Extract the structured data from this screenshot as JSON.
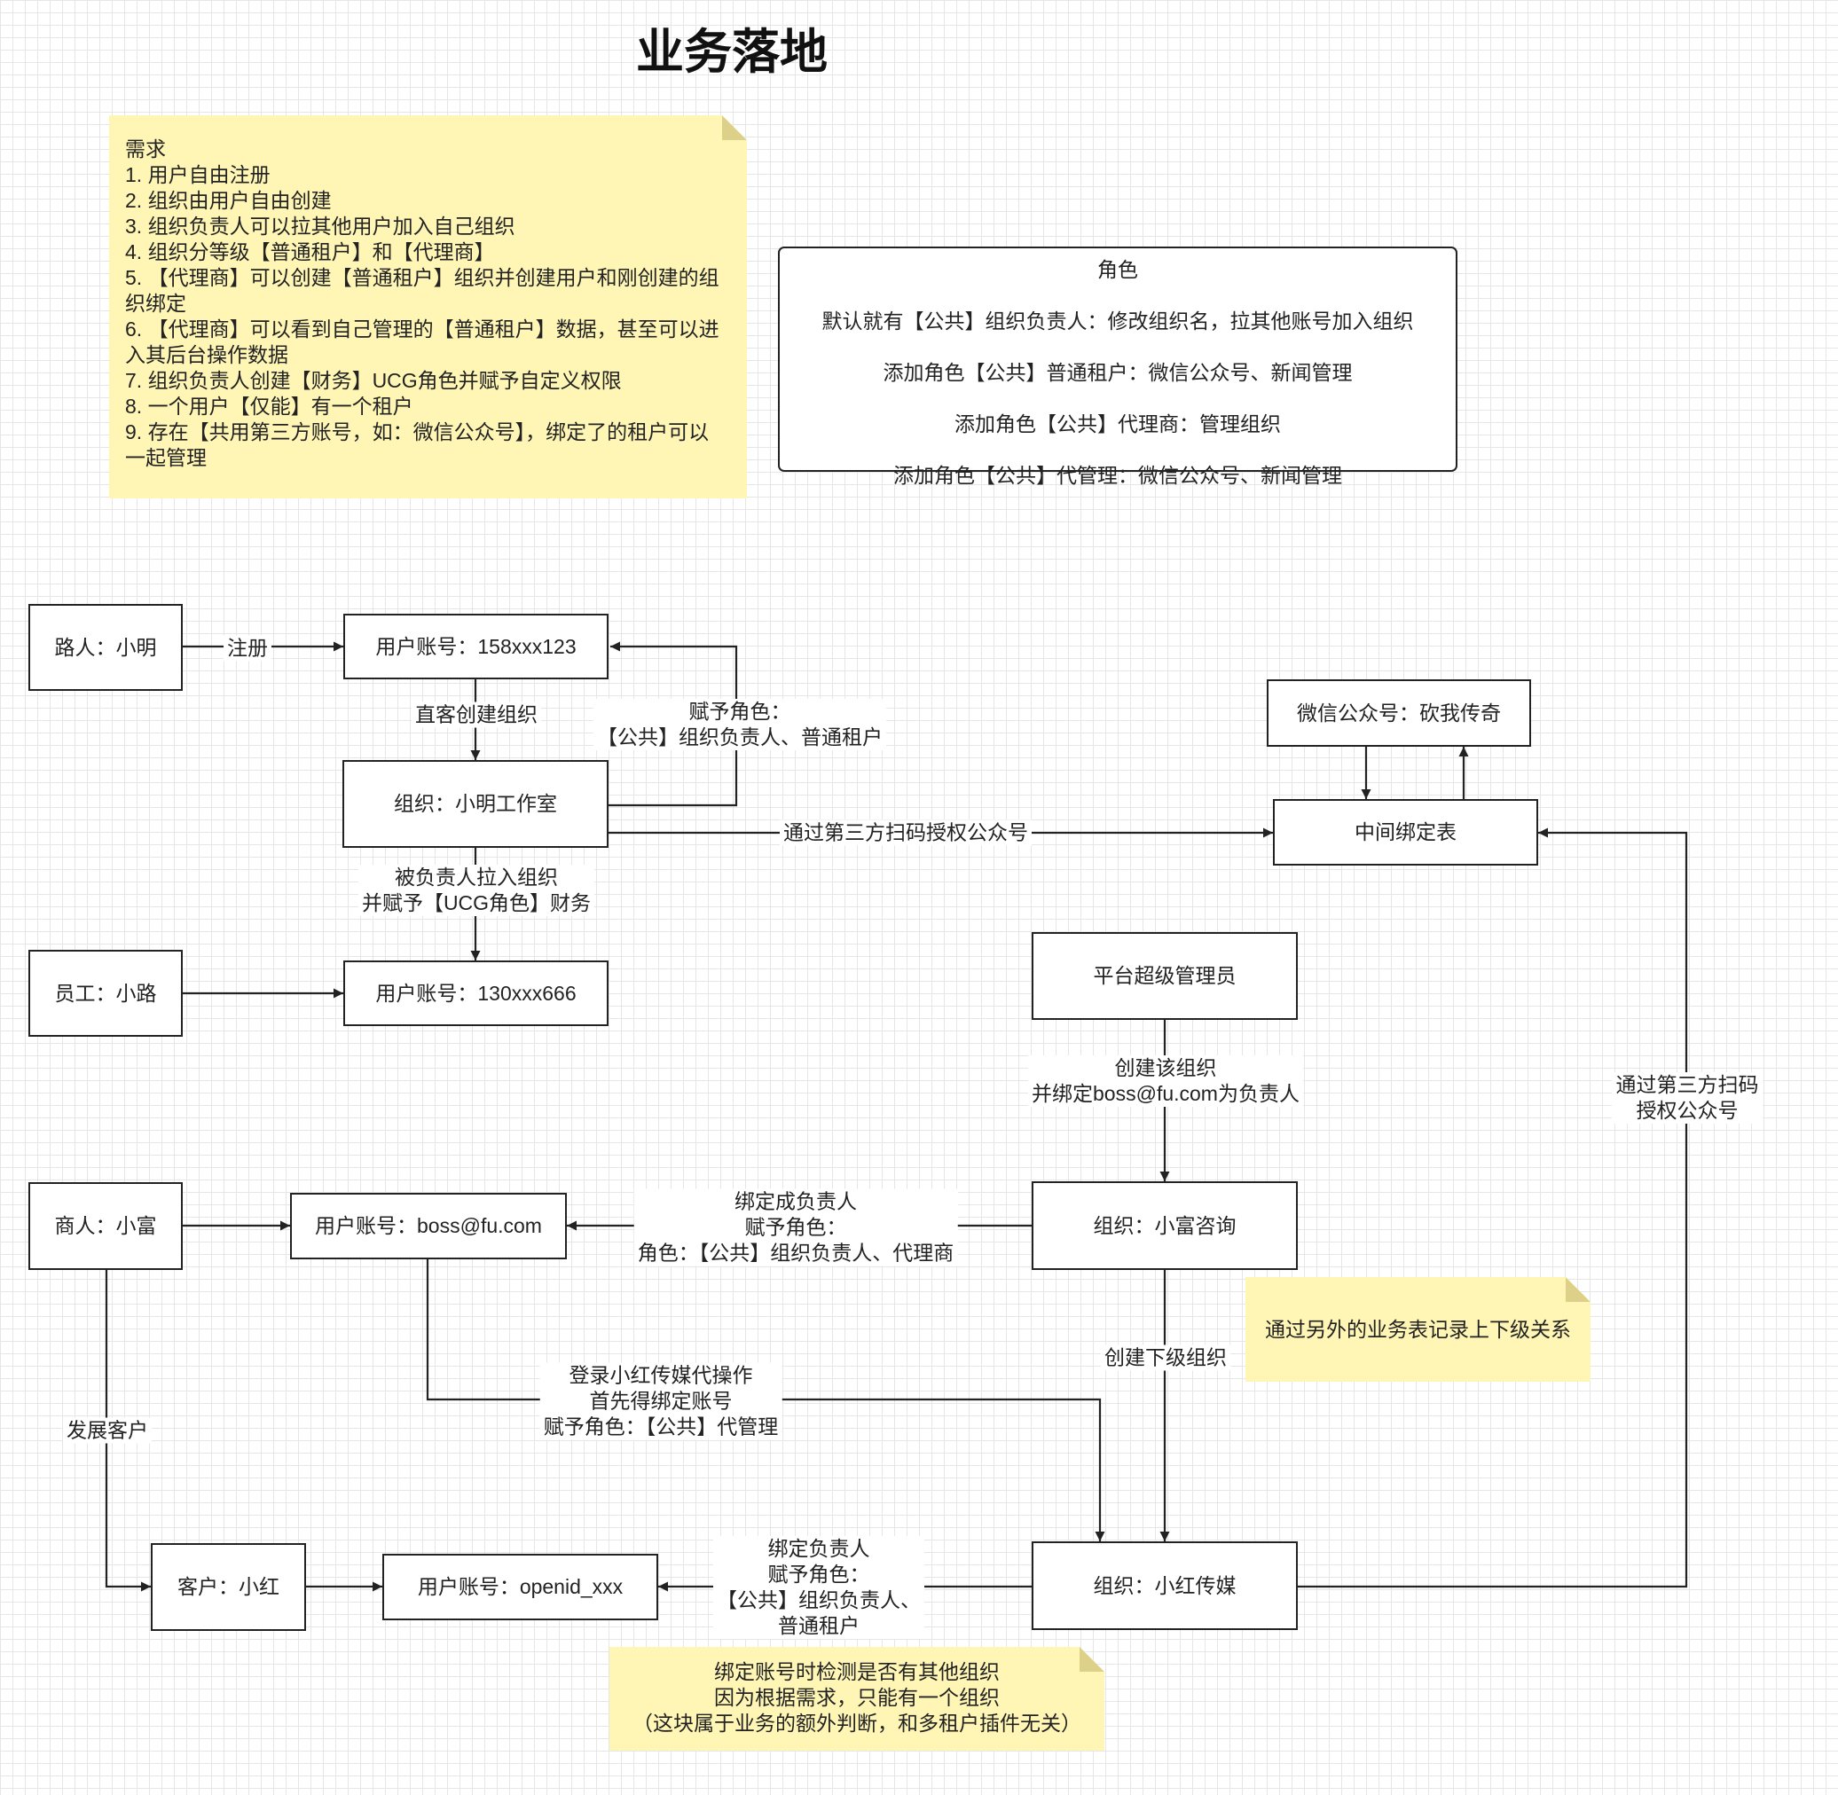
{
  "title": "业务落地",
  "requirements_note": {
    "lines": [
      "需求",
      "1. 用户自由注册",
      "2. 组织由用户自由创建",
      "3. 组织负责人可以拉其他用户加入自己组织",
      "4. 组织分等级【普通租户】和【代理商】",
      "5. 【代理商】可以创建【普通租户】组织并创建用户和刚创建的组",
      "织绑定",
      "6. 【代理商】可以看到自己管理的【普通租户】数据，甚至可以进",
      "入其后台操作数据",
      "7. 组织负责人创建【财务】UCG角色并赋予自定义权限",
      "8. 一个用户【仅能】有一个租户",
      "9. 存在【共用第三方账号，如：微信公众号】，绑定了的租户可以",
      "一起管理"
    ]
  },
  "roles_box": {
    "title": "角色",
    "lines": [
      "默认就有【公共】组织负责人：修改组织名，拉其他账号加入组织",
      "添加角色【公共】普通租户：微信公众号、新闻管理",
      "添加角色【公共】代理商：管理组织",
      "添加角色【公共】代管理：微信公众号、新闻管理"
    ]
  },
  "nodes": {
    "passerby": "路人：小明",
    "account_158": "用户账号：158xxx123",
    "org_xiaoming": "组织：小明工作室",
    "staff": "员工：小路",
    "account_130": "用户账号：130xxx666",
    "wechat": "微信公众号：砍我传奇",
    "binding_table": "中间绑定表",
    "super_admin": "平台超级管理员",
    "merchant": "商人：小富",
    "account_boss": "用户账号：boss@fu.com",
    "org_xiaofu": "组织：小富咨询",
    "customer": "客户：小红",
    "account_openid": "用户账号：openid_xxx",
    "org_xiaohong": "组织：小红传媒"
  },
  "edge_labels": {
    "register": "注册",
    "create_org": "直客创建组织",
    "assign_role": "赋予角色：\n【公共】组织负责人、普通租户",
    "auth_1": "通过第三方扫码授权公众号",
    "pulled_in": "被负责人拉入组织\n并赋予【UCG角色】财务",
    "create_bind": "创建该组织\n并绑定boss@fu.com为负责人",
    "auth_2": "通过第三方扫码授权公众号",
    "bind_owner": "绑定成负责人\n赋予角色：\n角色：【公共】组织负责人、代理商",
    "create_sub": "创建下级组织",
    "login_proxy": "登录小红传媒代操作\n首先得绑定账号\n赋予角色：【公共】代管理",
    "develop": "发展客户",
    "bind_owner_2": "绑定负责人\n赋予角色：\n【公共】组织负责人、\n普通租户"
  },
  "side_note": "通过另外的业务表记录上下级关系",
  "bottom_note": {
    "lines": [
      "绑定账号时检测是否有其他组织",
      "因为根据需求，只能有一个组织",
      "（这块属于业务的额外判断，和多租户插件无关）"
    ]
  }
}
